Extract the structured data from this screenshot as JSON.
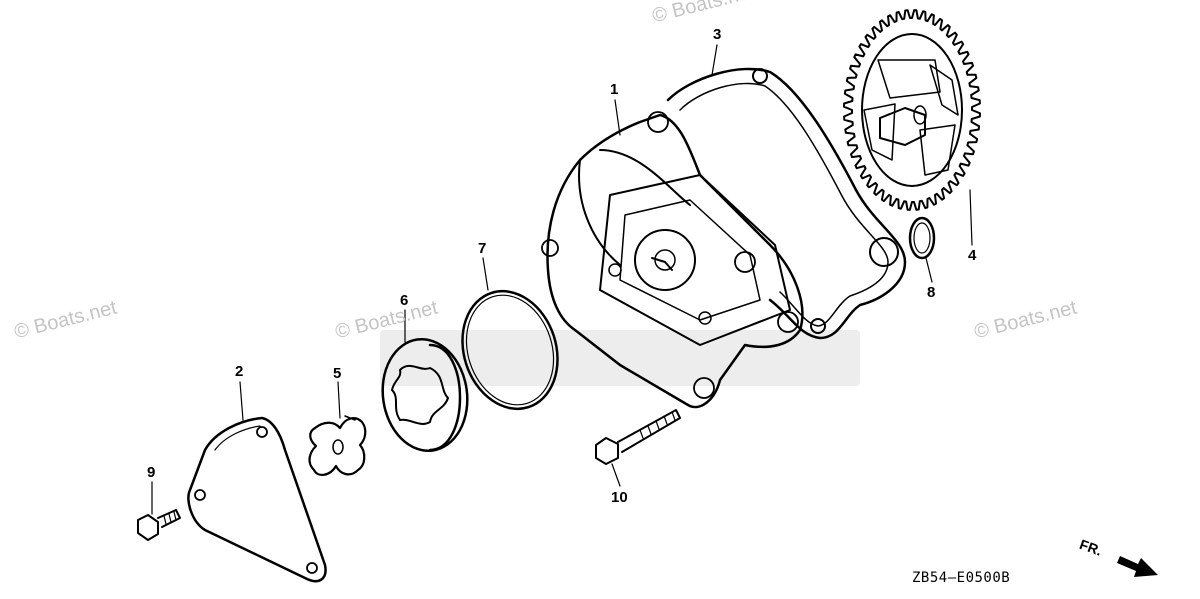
{
  "callouts": {
    "c1": "1",
    "c2": "2",
    "c3": "3",
    "c4": "4",
    "c5": "5",
    "c6": "6",
    "c7": "7",
    "c8": "8",
    "c9": "9",
    "c10": "10"
  },
  "diagram_code": "ZB54—E0500B",
  "direction_marker": "FR.",
  "watermark": "© Boats.net"
}
